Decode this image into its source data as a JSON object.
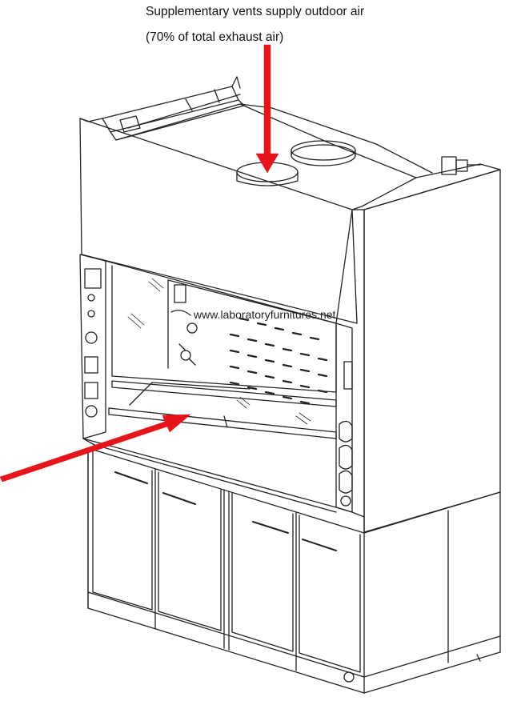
{
  "annotations": {
    "top_line1": "Supplementary vents supply outdoor air",
    "top_line2": "(70% of total exhaust air)"
  },
  "watermark": "www.laboratoryfurnitures.net",
  "colors": {
    "arrow": "#e8141b",
    "line": "#222222"
  }
}
